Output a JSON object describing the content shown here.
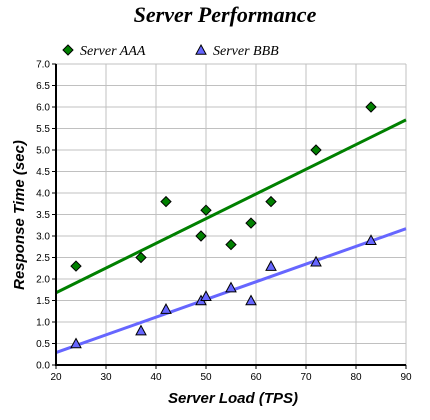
{
  "chart_data": {
    "type": "scatter",
    "title": "Server Performance",
    "xlabel": "Server Load (TPS)",
    "ylabel": "Response Time (sec)",
    "xlim": [
      20,
      90
    ],
    "ylim": [
      0,
      7
    ],
    "x_ticks": [
      "20",
      "30",
      "40",
      "50",
      "60",
      "70",
      "80",
      "90"
    ],
    "y_ticks": [
      "0.0",
      "0.5",
      "1.0",
      "1.5",
      "2.0",
      "2.5",
      "3.0",
      "3.5",
      "4.0",
      "4.5",
      "5.0",
      "5.5",
      "6.0",
      "6.5",
      "7.0"
    ],
    "grid": true,
    "legend_position": "top",
    "series": [
      {
        "name": "Server AAA",
        "marker": "diamond",
        "color": "#008000",
        "line_color": "#008000",
        "x": [
          24,
          37,
          42,
          49,
          50,
          55,
          59,
          63,
          72,
          83
        ],
        "y": [
          2.3,
          2.5,
          3.8,
          3.0,
          3.6,
          2.8,
          3.3,
          3.8,
          5.0,
          6.0
        ],
        "trend_line": {
          "x": [
            20,
            90
          ],
          "y": [
            1.68,
            5.7
          ]
        }
      },
      {
        "name": "Server BBB",
        "marker": "triangle",
        "color": "#6666ff",
        "line_color": "#6666ff",
        "x": [
          24,
          37,
          42,
          49,
          50,
          55,
          59,
          63,
          72,
          83
        ],
        "y": [
          0.5,
          0.8,
          1.3,
          1.5,
          1.6,
          1.8,
          1.5,
          2.3,
          2.4,
          2.9
        ],
        "trend_line": {
          "x": [
            20,
            90
          ],
          "y": [
            0.29,
            3.17
          ]
        }
      }
    ]
  }
}
